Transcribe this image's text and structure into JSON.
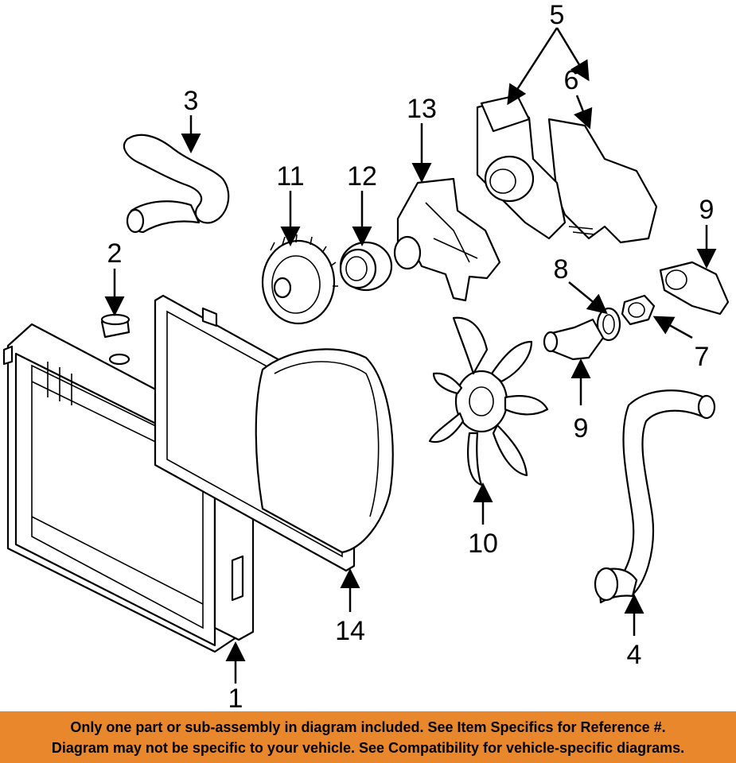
{
  "callouts": {
    "c1": "1",
    "c2": "2",
    "c3": "3",
    "c4": "4",
    "c5": "5",
    "c6": "6",
    "c7": "7",
    "c8": "8",
    "c9a": "9",
    "c9b": "9",
    "c10": "10",
    "c11": "11",
    "c12": "12",
    "c13": "13",
    "c14": "14"
  },
  "banner": {
    "line1": "Only one part or sub-assembly in diagram included. See Item Specifics for Reference #.",
    "line2": "Diagram may not be specific to your vehicle. See Compatibility for vehicle-specific diagrams."
  },
  "colors": {
    "banner_bg": "#e8872b",
    "line": "#000000",
    "background": "#ffffff"
  }
}
